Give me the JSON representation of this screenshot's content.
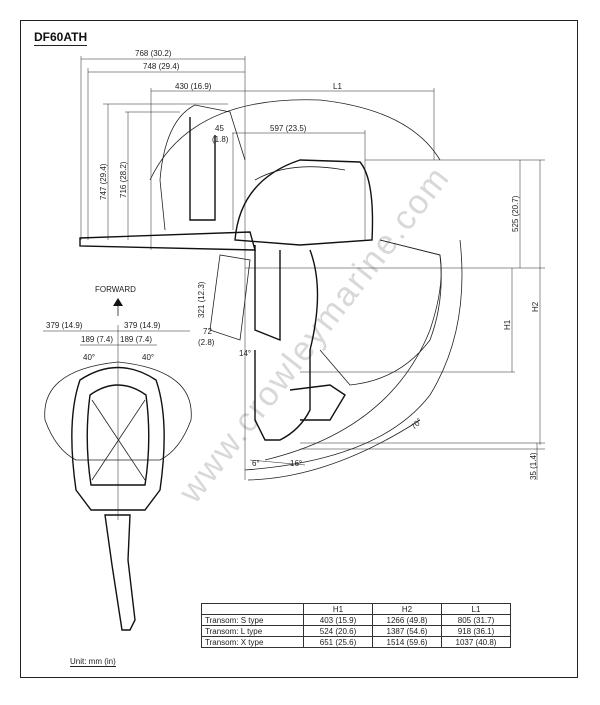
{
  "title": "DF60ATH",
  "watermark": "www.crowleymarine.com",
  "units": "Unit: mm (in)",
  "forward_label": "FORWARD",
  "dimensions": {
    "d768": "768 (30.2)",
    "d748": "748 (29.4)",
    "d430": "430 (16.9)",
    "L1": "L1",
    "d45_a": "45",
    "d45_b": "(1.8)",
    "d597": "597 (23.5)",
    "d747": "747 (29.4)",
    "d716": "716 (28.2)",
    "d525": "525 (20.7)",
    "H1": "H1",
    "H2": "H2",
    "d321": "321 (12.3)",
    "d72_a": "72",
    "d72_b": "(2.8)",
    "a14": "14°",
    "a6": "6°",
    "a16": "16°",
    "a70": "70°",
    "d35": "35 (1.4)",
    "d379_l": "379 (14.9)",
    "d379_r": "379 (14.9)",
    "d189_l": "189 (7.4)",
    "d189_r": "189 (7.4)",
    "a40_l": "40°",
    "a40_r": "40°"
  },
  "table": {
    "headers": [
      "",
      "H1",
      "H2",
      "L1"
    ],
    "rows": [
      [
        "Transom: S type",
        "403 (15.9)",
        "1266 (49.8)",
        "805 (31.7)"
      ],
      [
        "Transom: L type",
        "524 (20.6)",
        "1387 (54.6)",
        "918 (36.1)"
      ],
      [
        "Transom: X type",
        "651 (25.6)",
        "1514 (59.6)",
        "1037 (40.8)"
      ]
    ]
  }
}
